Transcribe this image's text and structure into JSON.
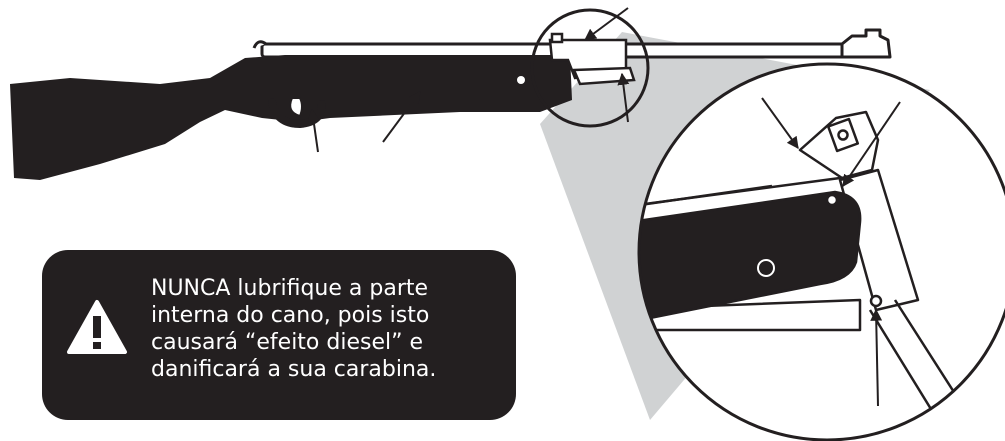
{
  "warning": {
    "lines": [
      "NUNCA lubrifique a parte",
      "interna do cano, pois isto",
      "causará “efeito diesel” e",
      "danificará a sua carabina."
    ],
    "icon": "warning-triangle-icon"
  },
  "colors": {
    "ink": "#231f20",
    "zoom_cone": "#d0d2d3",
    "background": "#ffffff"
  }
}
